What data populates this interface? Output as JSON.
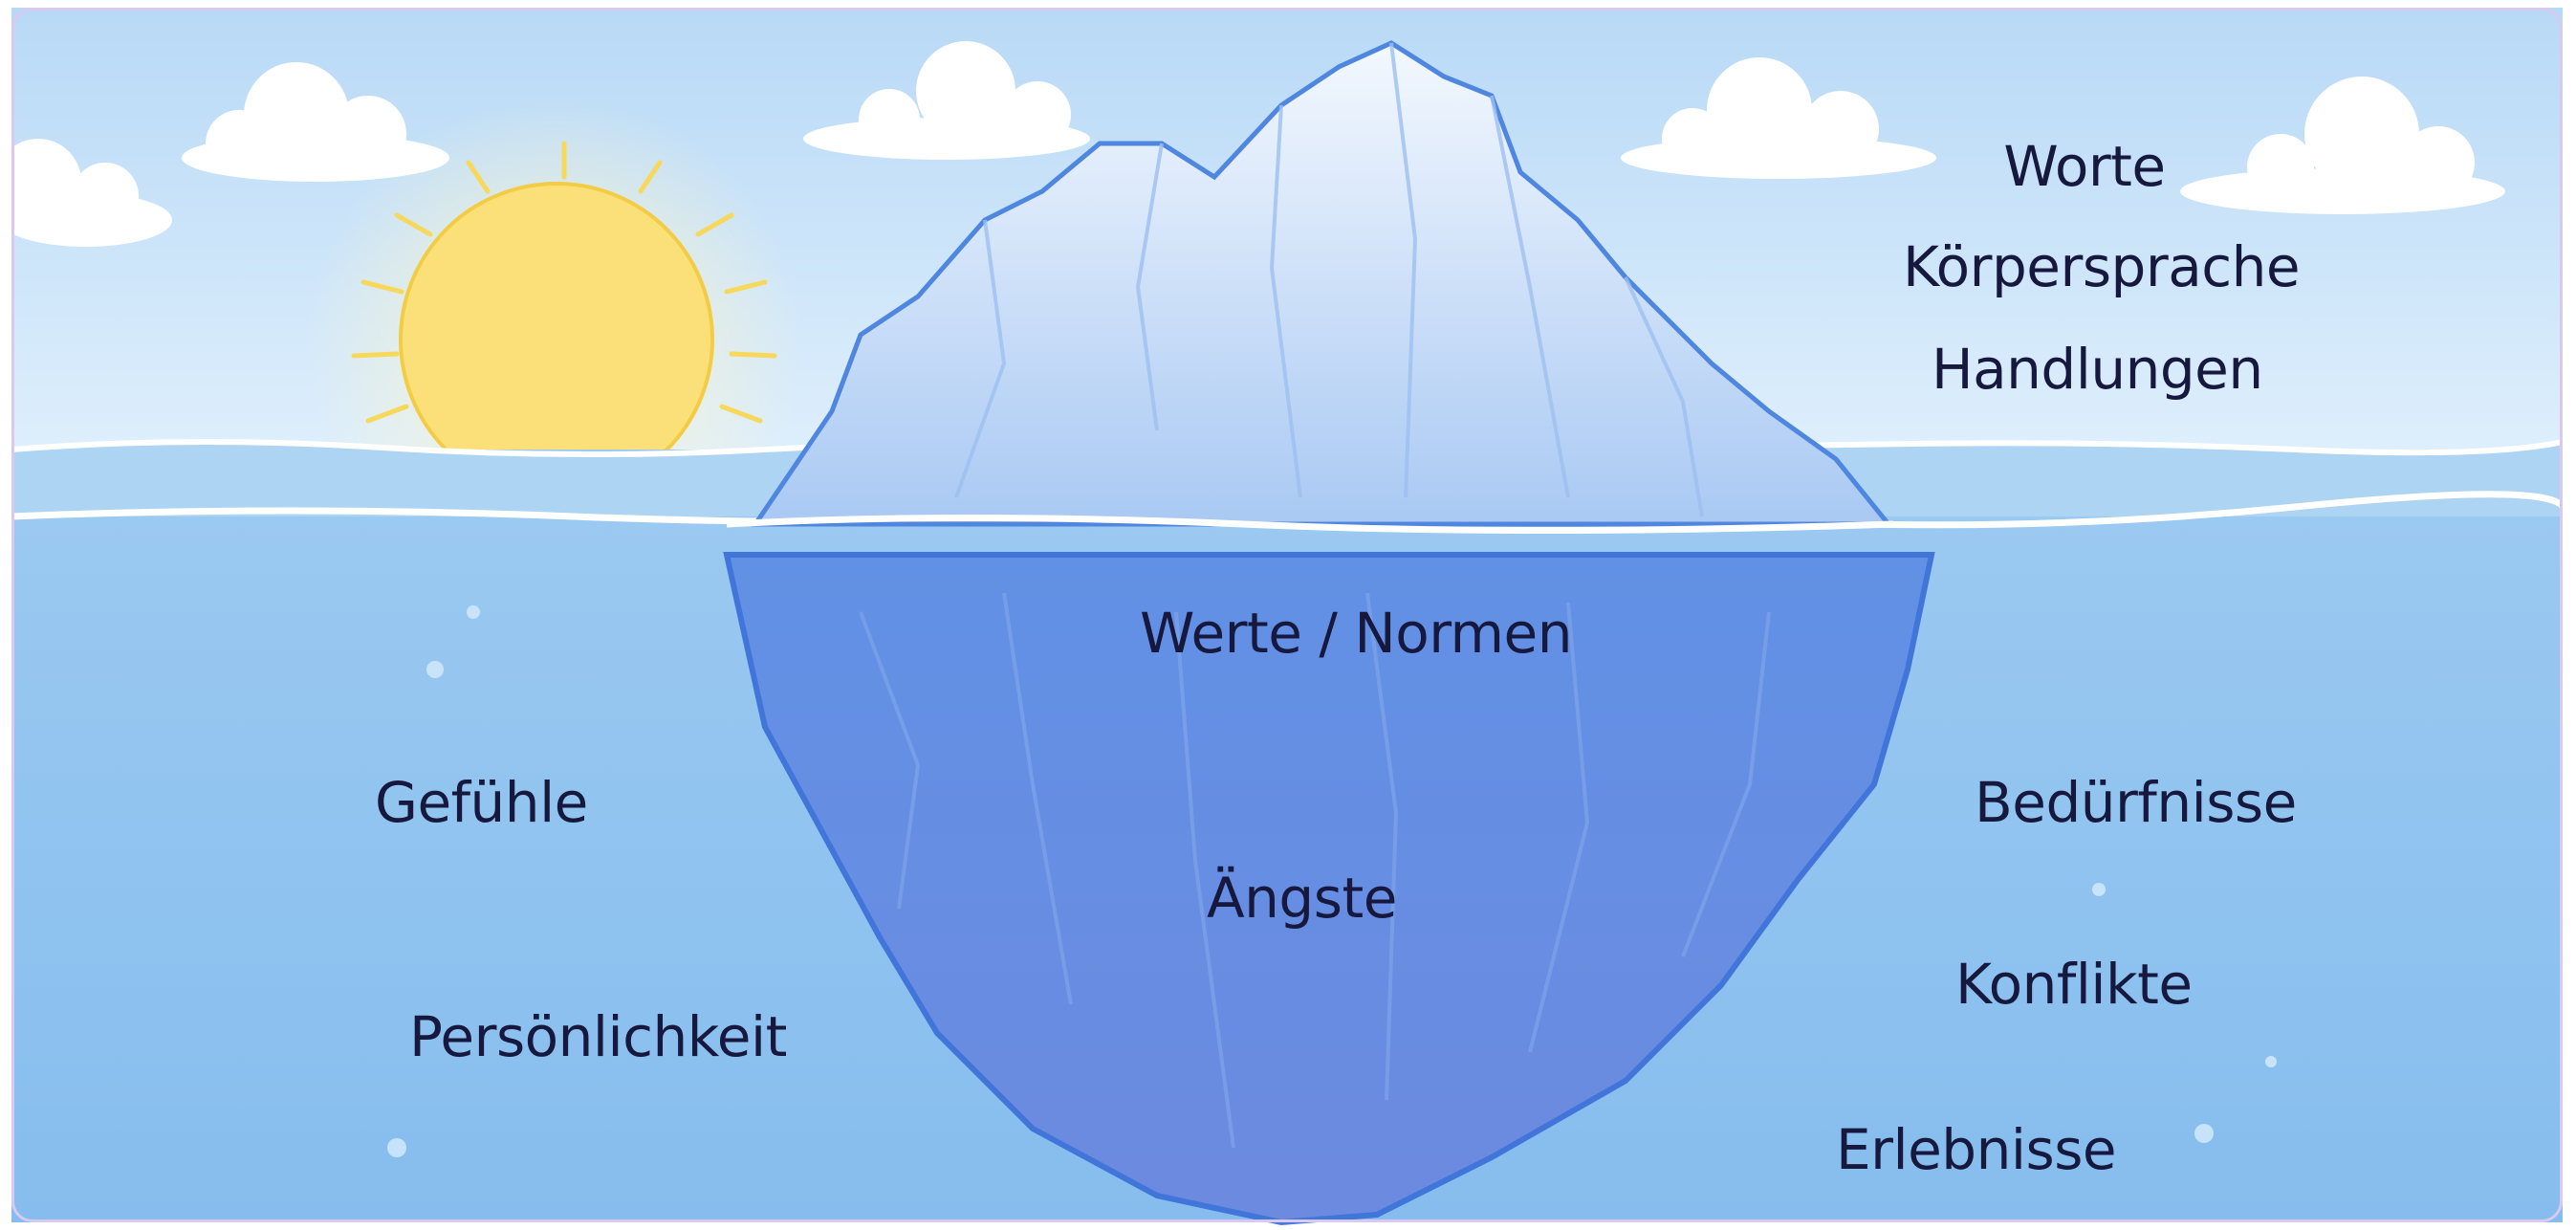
{
  "above_water": {
    "labels": [
      "Worte",
      "Körpersprache",
      "Handlungen"
    ]
  },
  "below_water": {
    "center": [
      "Werte / Normen",
      "Ängste"
    ],
    "left": [
      "Gefühle",
      "Persönlichkeit"
    ],
    "right": [
      "Bedürfnisse",
      "Konflikte",
      "Erlebnisse"
    ]
  },
  "colors": {
    "sky_top": "#bcdcf7",
    "sky_bottom": "#e6f3fd",
    "water": "#8ec2ee",
    "water_deep": "#78b2ea",
    "iceberg_top": "#dcecfb",
    "iceberg_under": "#5a86e0",
    "sun": "#fbdf6a",
    "text": "#16183d"
  },
  "icons": [
    "sun-icon",
    "cloud-icon",
    "iceberg-illustration"
  ]
}
